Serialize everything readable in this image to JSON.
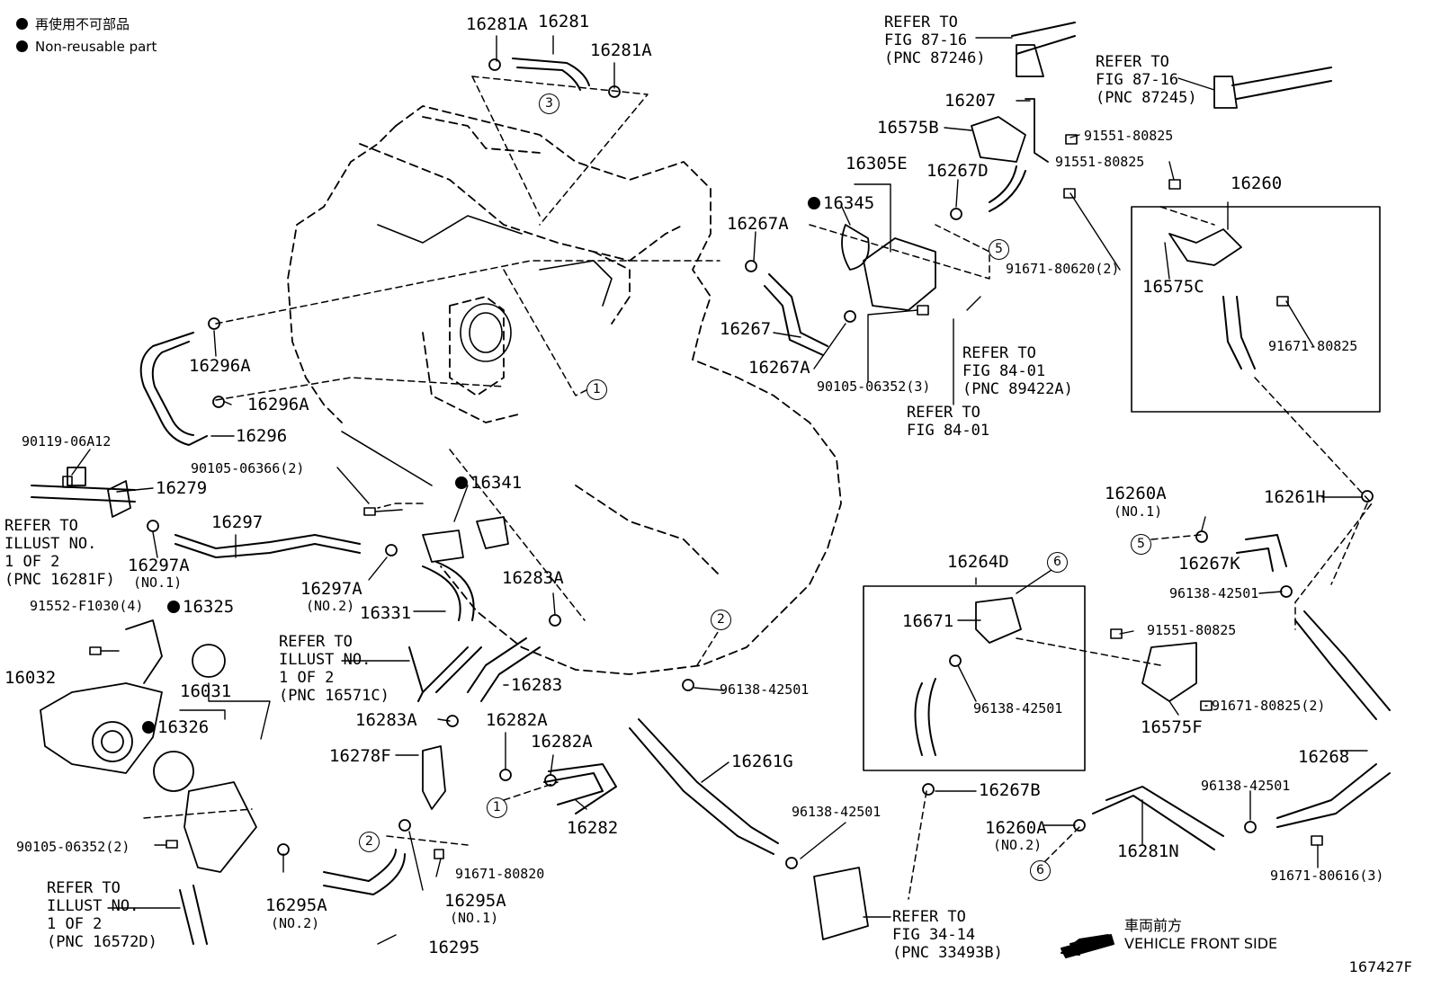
{
  "legend": {
    "ja": "再使用不可部品",
    "en": "Non-reusable part"
  },
  "parts": {
    "p16281A_1": "16281A",
    "p16281": "16281",
    "p16281A_2": "16281A",
    "p16296A_1": "16296A",
    "p16296A_2": "16296A",
    "p16296": "16296",
    "p90119": "90119-06A12",
    "p16279": "16279",
    "p90105_66": "90105-06366(2)",
    "p16341": "16341",
    "p16297": "16297",
    "p16297A_1": "16297A",
    "p16297A_1s": "(NO.1)",
    "p16297A_2": "16297A",
    "p16297A_2s": "(NO.2)",
    "p16283A_1": "16283A",
    "p16331": "16331",
    "p91552": "91552-F1030(4)",
    "p16325": "16325",
    "p16032": "16032",
    "p16031": "16031",
    "p16283": "16283",
    "p16326": "16326",
    "p16283A_2": "16283A",
    "p16282A_1": "16282A",
    "p16282A_2": "16282A",
    "p16278F": "16278F",
    "p16282": "16282",
    "p90105_52b": "90105-06352(2)",
    "p91671_820": "91671-80820",
    "p16295A_2": "16295A",
    "p16295A_2s": "(NO.2)",
    "p16295A_1": "16295A",
    "p16295A_1s": "(NO.1)",
    "p16295": "16295",
    "p16207": "16207",
    "p16575B": "16575B",
    "p91551_a": "91551-80825",
    "p91551_b": "91551-80825",
    "p16305E": "16305E",
    "p16267D": "16267D",
    "p16345": "16345",
    "p16267A_1": "16267A",
    "p16260": "16260",
    "p91671_620": "91671-80620(2)",
    "p16575C": "16575C",
    "p16267": "16267",
    "p91671_825a": "91671-80825",
    "p16267A_2": "16267A",
    "p90105_52a": "90105-06352(3)",
    "p16260A_1": "16260A",
    "p16260A_1s": "(NO.1)",
    "p16261H": "16261H",
    "p16267K": "16267K",
    "p16264D": "16264D",
    "p96138_a": "96138-42501",
    "p16671": "16671",
    "p91551_c": "91551-80825",
    "p96138_b": "96138-42501",
    "p96138_c": "96138-42501",
    "p91671_825b": "91671-80825(2)",
    "p16575F": "16575F",
    "p16261G": "16261G",
    "p16268": "16268",
    "p16267B": "16267B",
    "p96138_d": "96138-42501",
    "p96138_e": "96138-42501",
    "p16260A_2": "16260A",
    "p16260A_2s": "(NO.2)",
    "p16281N": "16281N",
    "p91671_616": "91671-80616(3)"
  },
  "refs": {
    "r8716a": "REFER TO\nFIG 87-16\n(PNC 87246)",
    "r8716b": "REFER TO\nFIG 87-16\n(PNC 87245)",
    "r8401a": "REFER TO\nFIG 84-01\n(PNC 89422A)",
    "r8401b": "REFER TO\nFIG 84-01",
    "r16281F": "REFER TO\nILLUST NO.\n1 OF 2\n(PNC 16281F)",
    "r16571C": "REFER TO\nILLUST NO.\n1 OF 2\n(PNC 16571C)",
    "r16572D": "REFER TO\nILLUST NO.\n1 OF 2\n(PNC 16572D)",
    "r3414": "REFER TO\nFIG 34-14\n(PNC 33493B)"
  },
  "circles": [
    "3",
    "1",
    "5",
    "2",
    "1",
    "2",
    "5",
    "6",
    "6"
  ],
  "front": {
    "ja": "車両前方",
    "en": "VEHICLE FRONT SIDE"
  },
  "figure_id": "167427F"
}
